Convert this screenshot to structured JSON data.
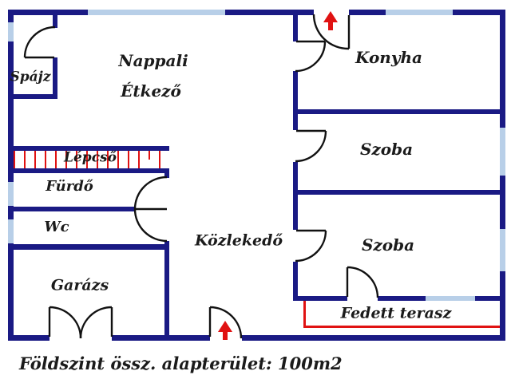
{
  "floorplan": {
    "caption": "Földszint össz. alapterület: 100m2",
    "rooms": {
      "spajz": "Spájz",
      "nappali": "Nappali",
      "etkezo": "Étkező",
      "konyha": "Konyha",
      "szoba1": "Szoba",
      "szoba2": "Szoba",
      "lepcso": "Lépcső",
      "furdo": "Fürdő",
      "wc": "Wc",
      "garazs": "Garázs",
      "kozlekedo": "Közlekedő",
      "fedett_terasz": "Fedett terasz"
    },
    "colors": {
      "wall": "#1a1a84",
      "window": "#b8cfe8",
      "accent_red": "#e01212",
      "door_line": "#111111",
      "text": "#1b1b1b"
    }
  }
}
